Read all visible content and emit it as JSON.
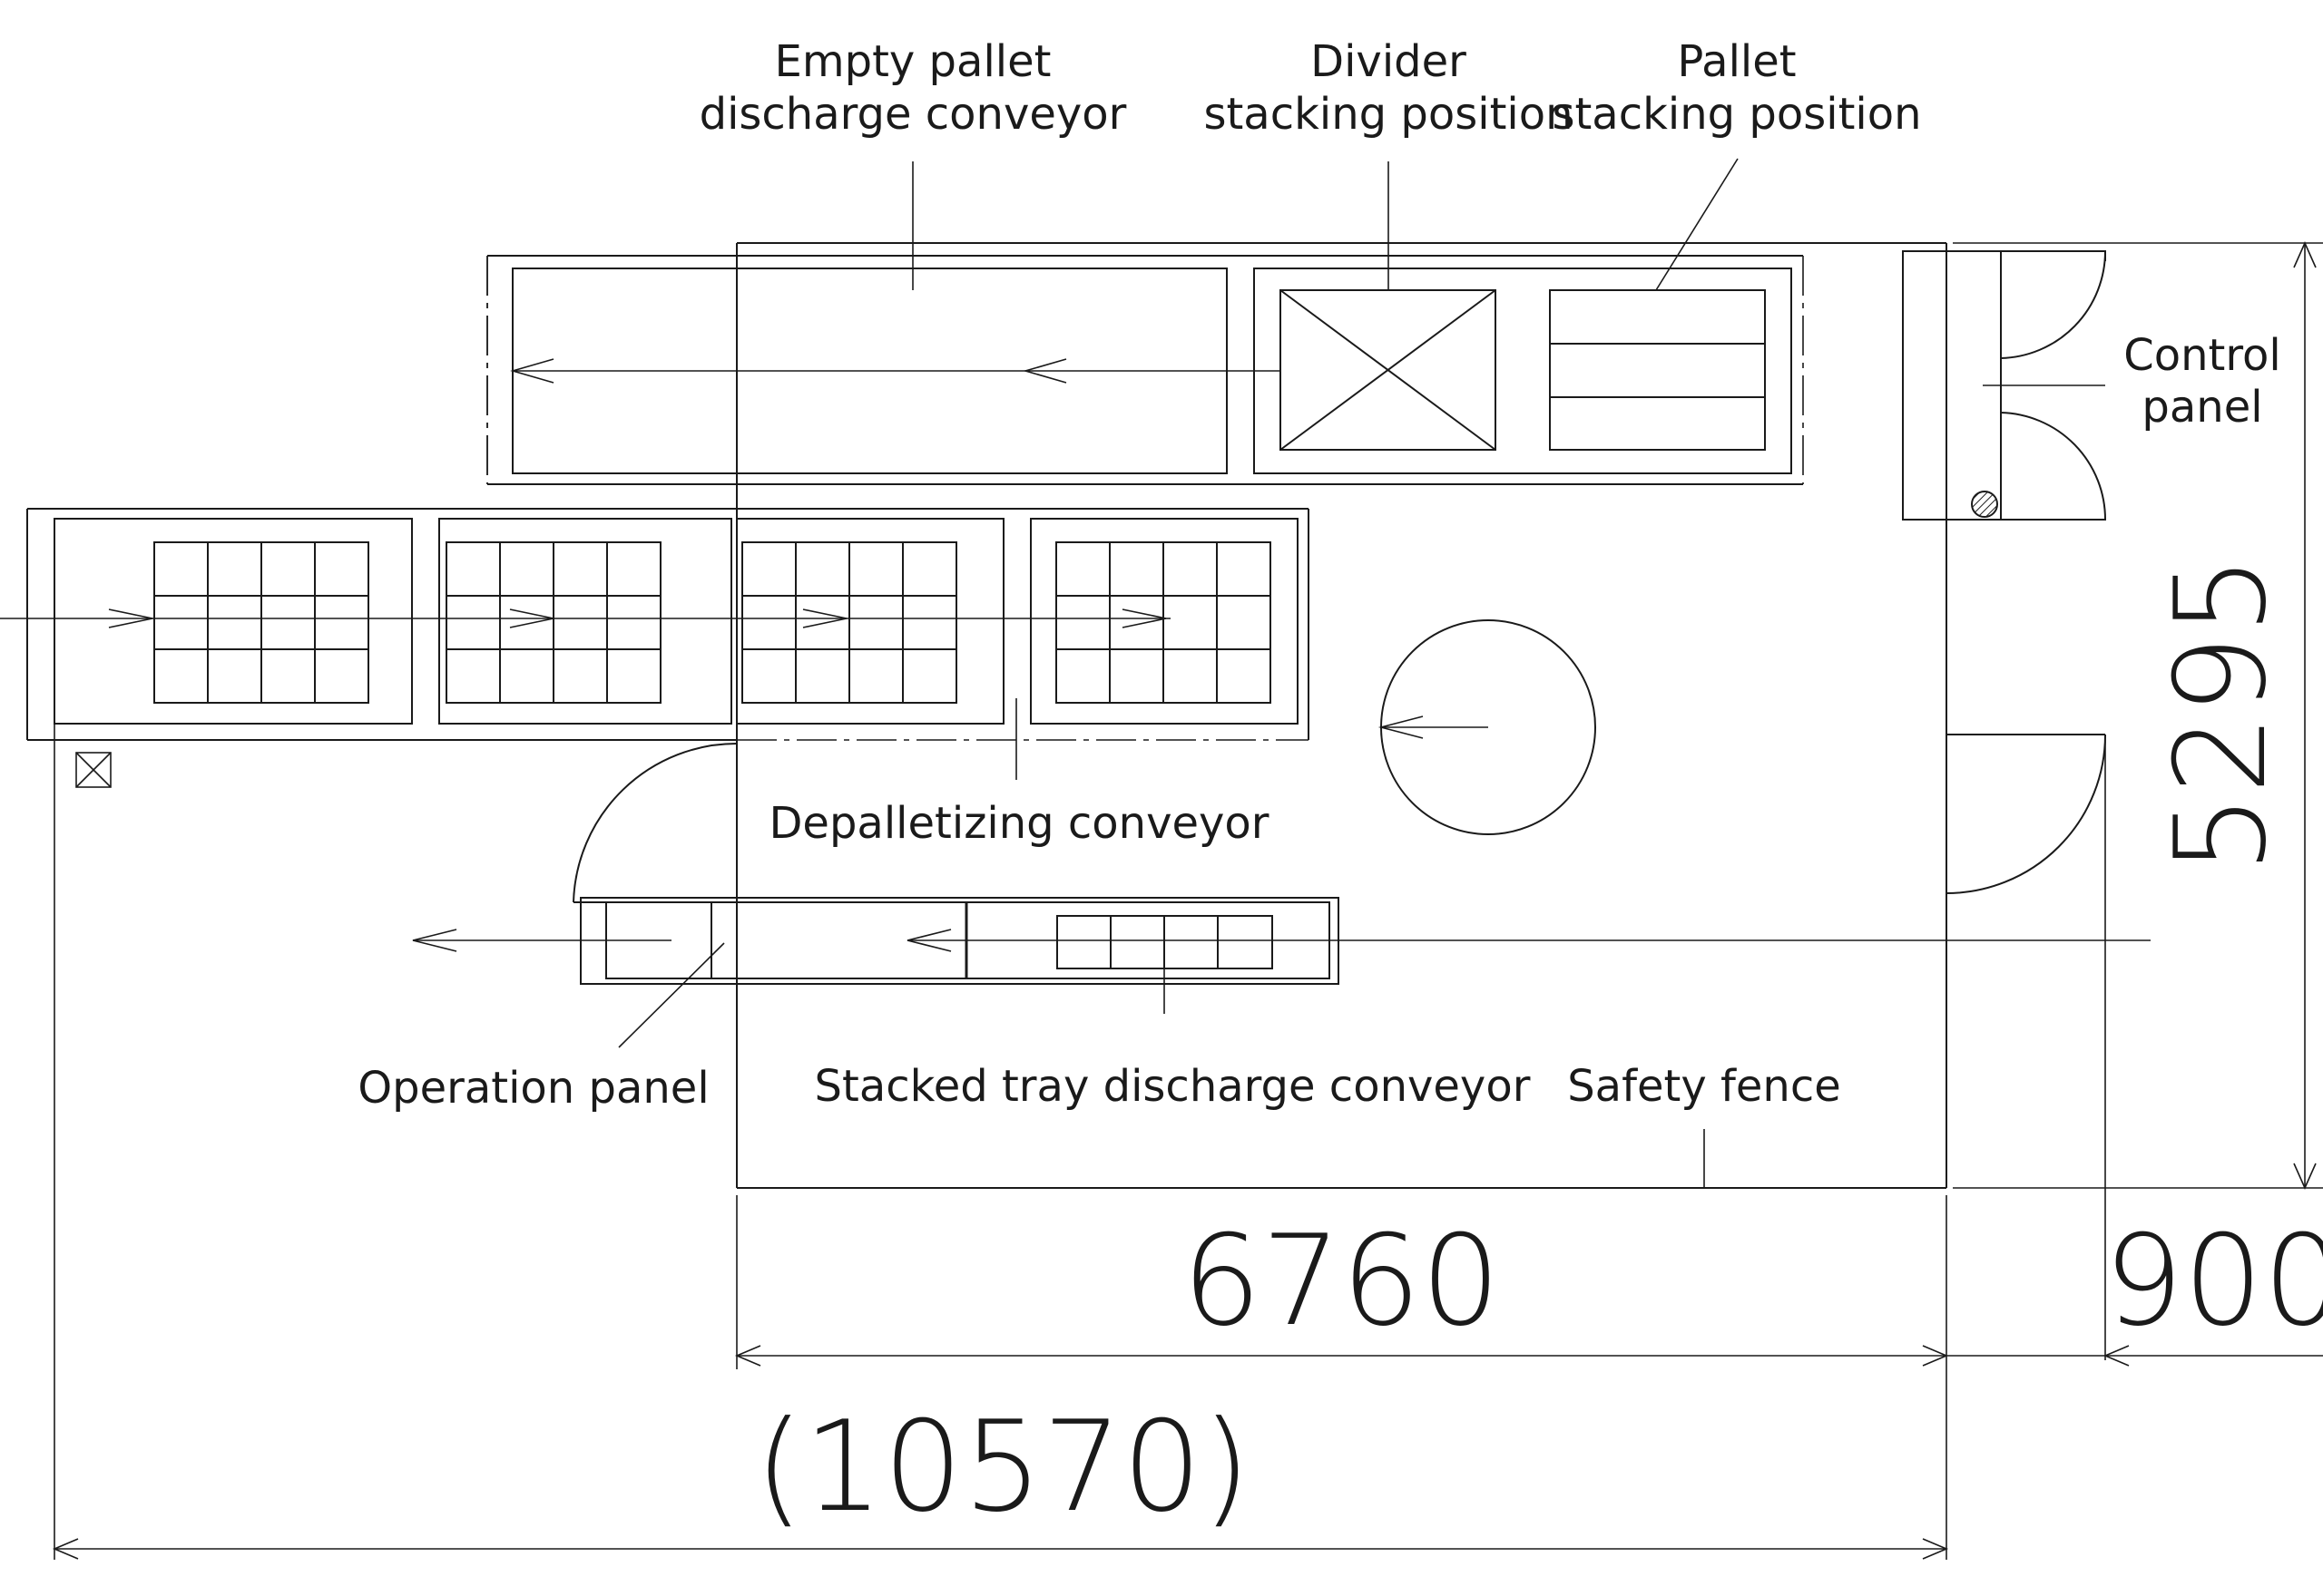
{
  "labels": {
    "empty_pallet_discharge_conveyor": [
      "Empty pallet",
      "discharge conveyor"
    ],
    "divider_stacking_position": [
      "Divider",
      "stacking position"
    ],
    "pallet_stacking_position": [
      "Pallet",
      "stacking position"
    ],
    "control_panel": [
      "Control",
      "panel"
    ],
    "depalletizing_conveyor": "Depalletizing conveyor",
    "operation_panel": "Operation panel",
    "stacked_tray_discharge_conveyor": "Stacked tray discharge conveyor",
    "safety_fence": "Safety fence"
  },
  "dimensions": {
    "height": "5295",
    "fence_width": "6760",
    "side_clearance": "900",
    "overall_length": "(10570)"
  }
}
